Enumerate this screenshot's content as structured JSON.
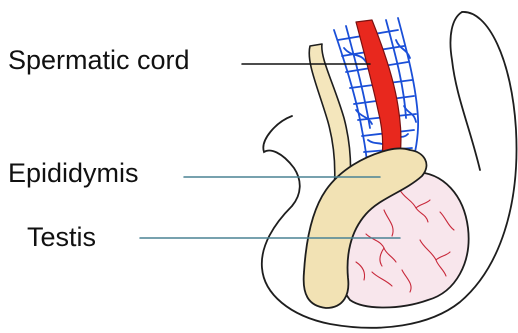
{
  "labels": {
    "spermatic_cord": "Spermatic cord",
    "epididymis": "Epididymis",
    "testis": "Testis"
  },
  "colors": {
    "artery": "#e8281e",
    "veins": "#1a4fd8",
    "epididymis": "#f2e2b4",
    "testis": "#f8e6ec",
    "capillaries": "#c8283a",
    "outline": "#1e1e1e",
    "leader_cord": "#111111",
    "leader_epi": "#4a8294",
    "leader_testis": "#4a8294"
  }
}
